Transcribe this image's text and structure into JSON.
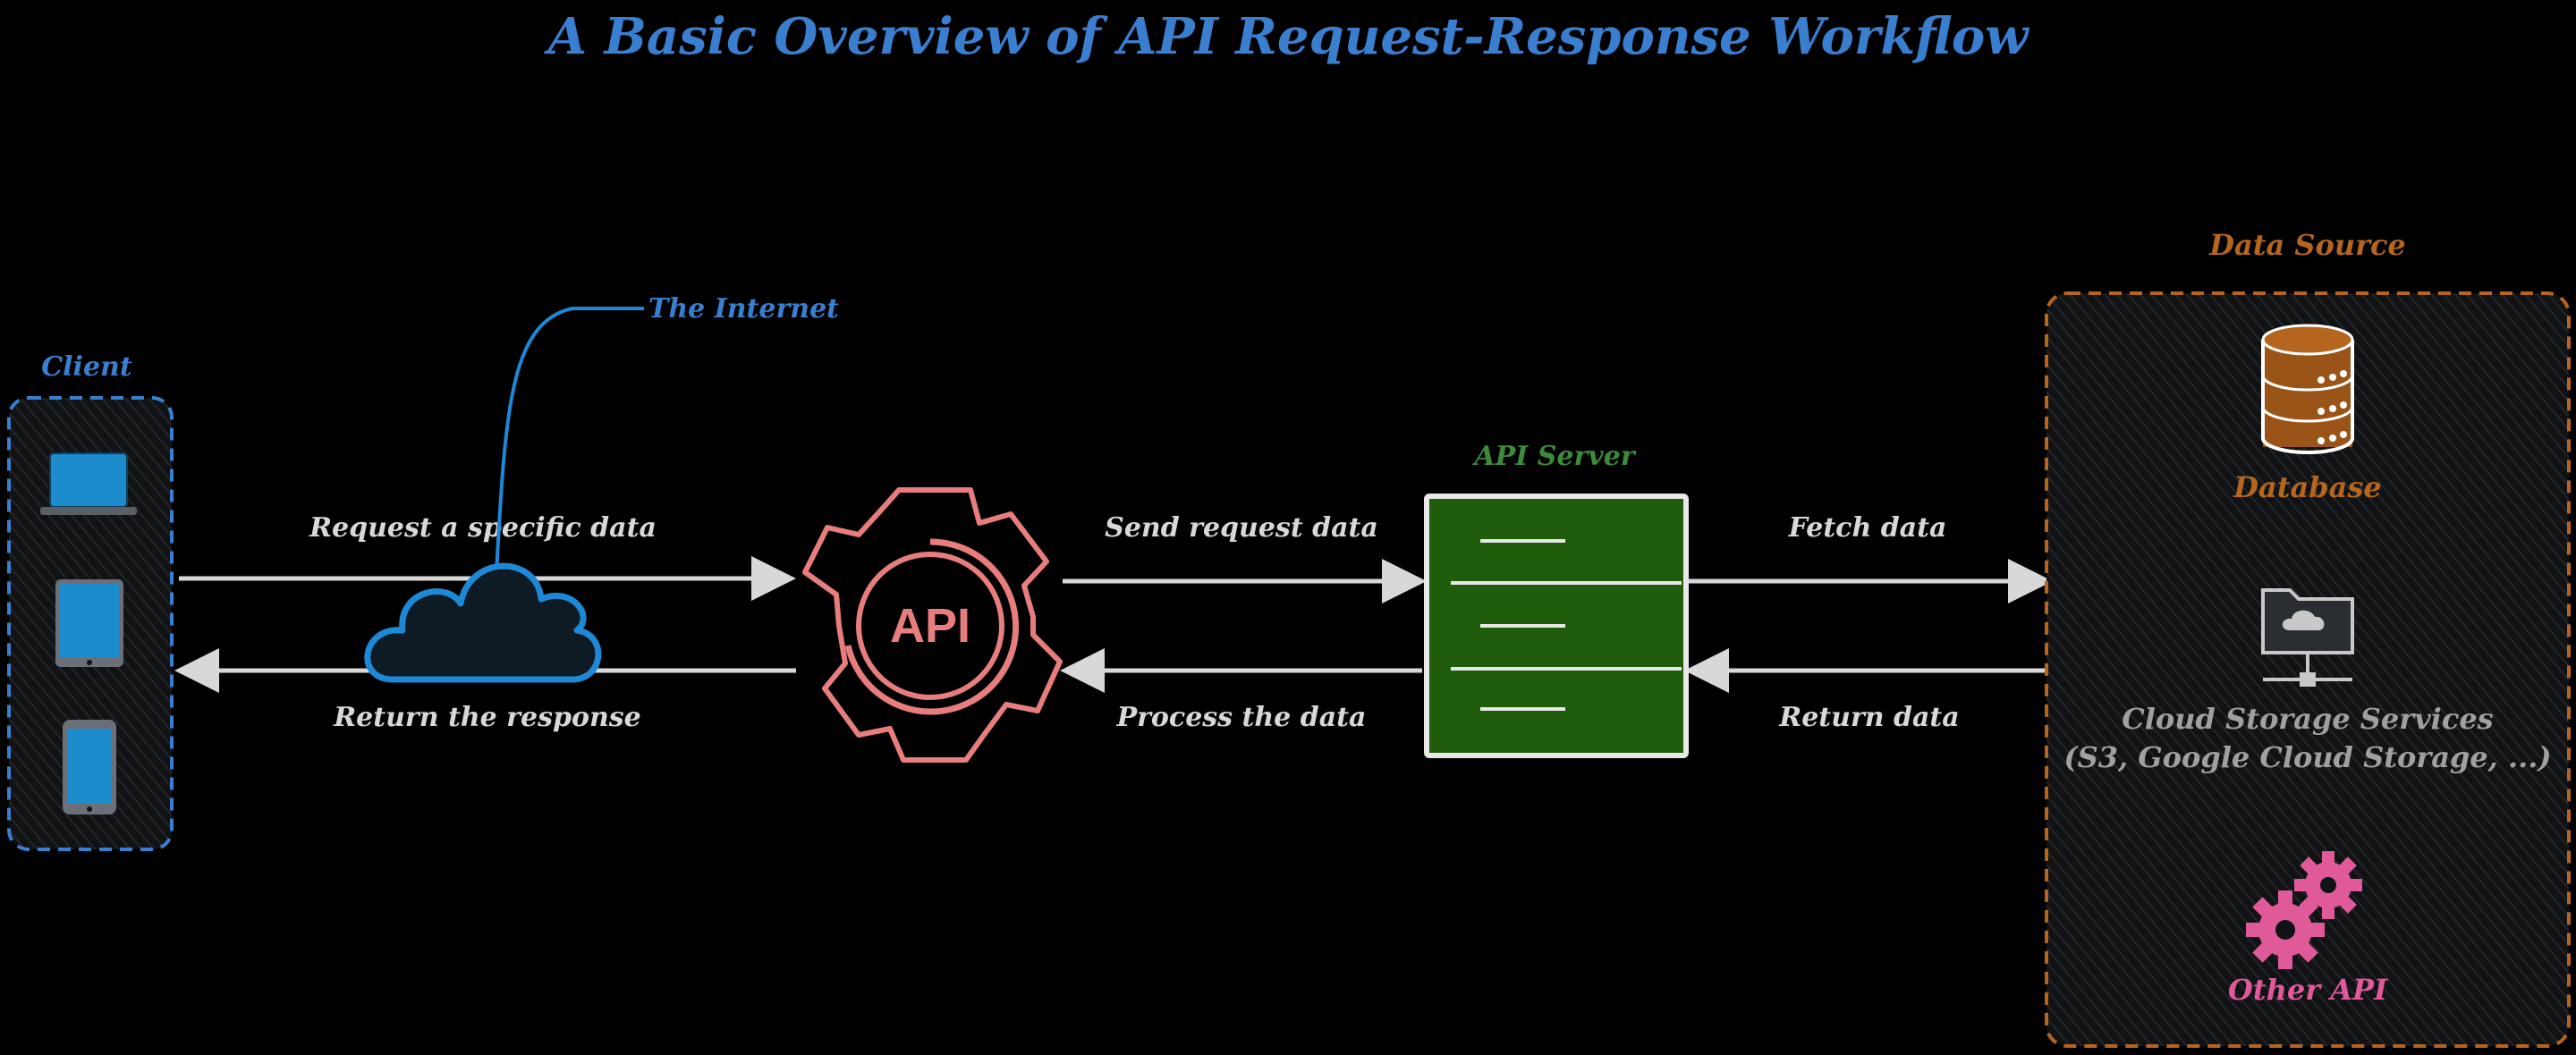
{
  "title": "A Basic Overview of API Request-Response Workflow",
  "client": {
    "label": "Client"
  },
  "internet": {
    "label": "The Internet"
  },
  "api_gateway": {
    "label": "API"
  },
  "api_server": {
    "label": "API Server"
  },
  "data_source": {
    "label": "Data Source",
    "items": [
      {
        "label": "Database"
      },
      {
        "label_line1": "Cloud Storage Services",
        "label_line2": "(S3, Google Cloud Storage, ...)"
      },
      {
        "label": "Other API"
      }
    ]
  },
  "flows": {
    "request": "Request a specific data",
    "return_response": "Return the response",
    "send_request_data": "Send request data",
    "process_data": "Process the data",
    "fetch_data": "Fetch data",
    "return_data": "Return data"
  },
  "colors": {
    "title": "#3a7fcf",
    "client": "#3a7fcf",
    "cloud_stroke": "#1e88d6",
    "api": "#e87d7d",
    "server_fill": "#1f5c0c",
    "server_label": "#3c8a3c",
    "data_source": "#b5651d",
    "database": "#b5651d",
    "other_api": "#e05a9a",
    "flow_line": "#d8d8d8",
    "cloud_storage": "#a0a0a0"
  }
}
